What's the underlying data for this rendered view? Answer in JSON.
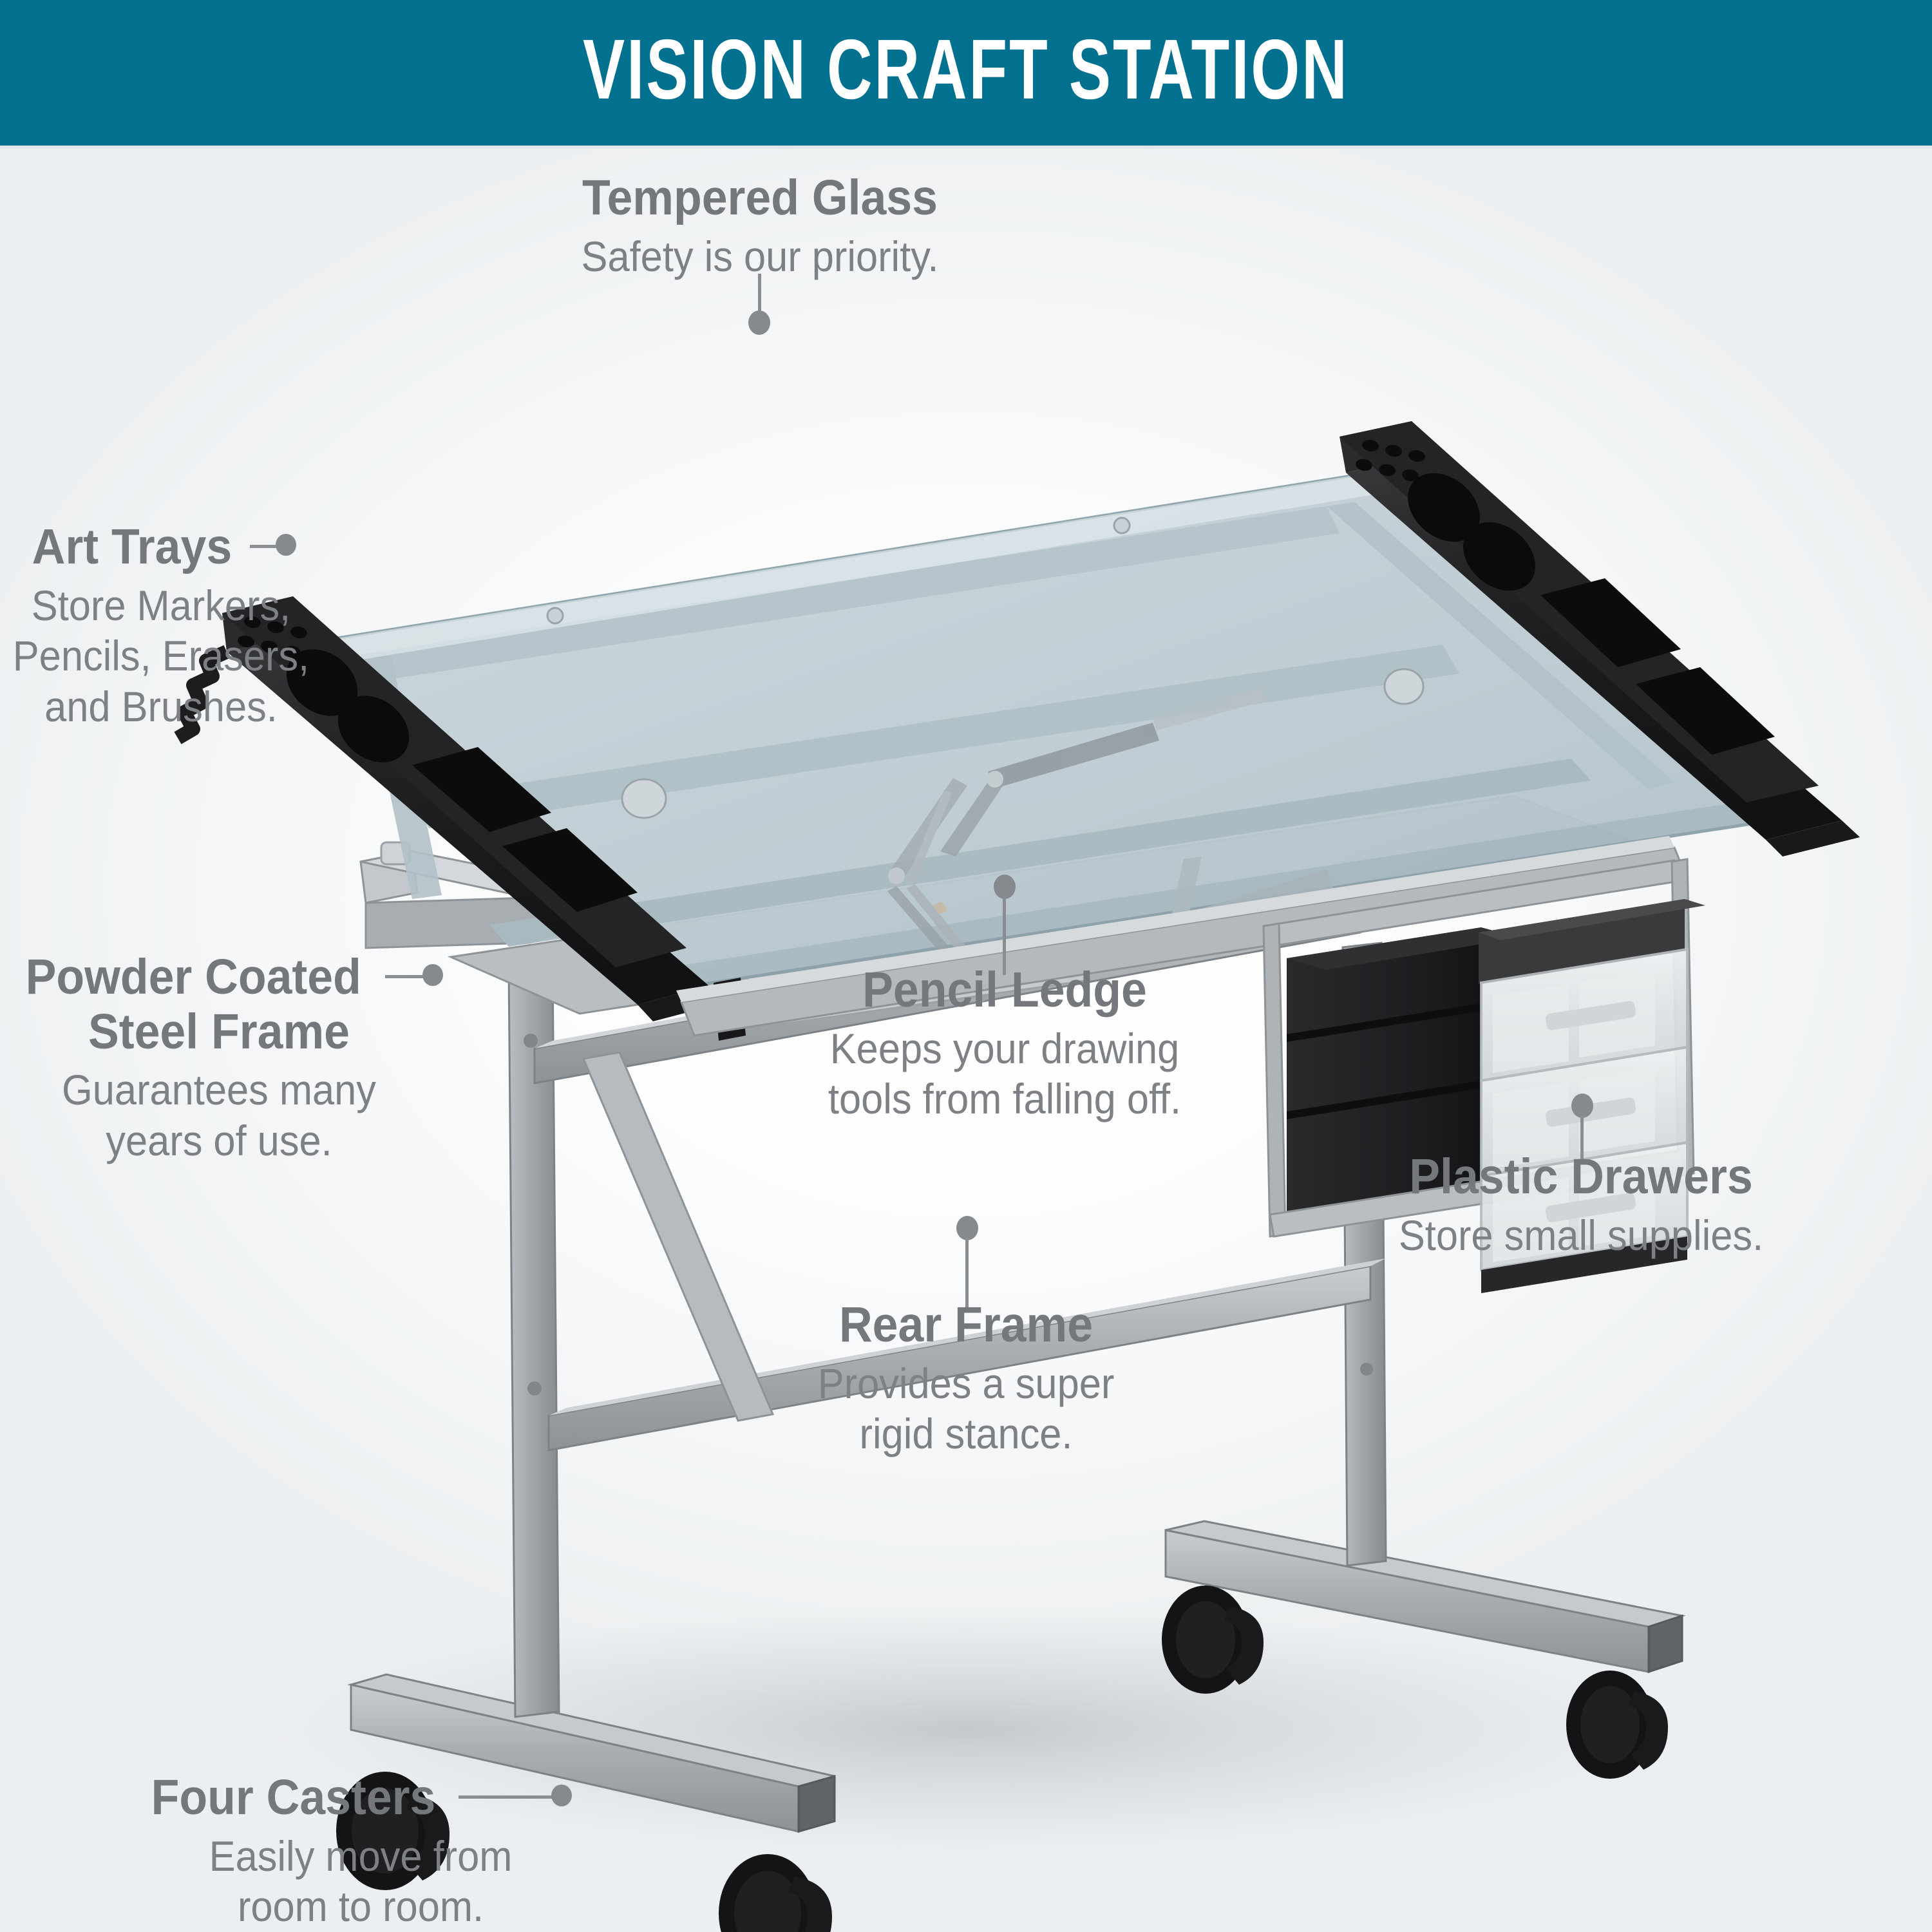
{
  "header": {
    "title": "VISION CRAFT STATION",
    "background_color": "#02708f",
    "text_color": "#ffffff"
  },
  "theme": {
    "page_background": "#eceff1",
    "label_title_color": "#74777c",
    "label_body_color": "#7d8085",
    "leader_color": "#86898e",
    "glass_tint": "#b7c7ce",
    "frame_silver": "#a3a8ad",
    "tray_black": "#1b1b1d"
  },
  "product": {
    "name": "Vision Craft Station",
    "description": "Tilting tempered glass top drafting and craft table with black art trays, silver powder coated steel frame, pencil ledge, plastic storage drawers and four casters."
  },
  "callouts": [
    {
      "id": "tempered-glass",
      "title": "Tempered Glass",
      "body": "Safety is our priority.",
      "leader": "vertical-down"
    },
    {
      "id": "art-trays",
      "title": "Art Trays",
      "body_lines": [
        "Store Markers,",
        "Pencils, Erasers,",
        "and Brushes."
      ],
      "leader": "horizontal-right"
    },
    {
      "id": "powder-coated-steel-frame",
      "title_lines": [
        "Powder Coated",
        "Steel Frame"
      ],
      "body_lines": [
        "Guarantees many",
        "years of use."
      ],
      "leader": "horizontal-right"
    },
    {
      "id": "pencil-ledge",
      "title": "Pencil Ledge",
      "body_lines": [
        "Keeps your drawing",
        "tools from falling off."
      ],
      "leader": "vertical-up"
    },
    {
      "id": "plastic-drawers",
      "title": "Plastic Drawers",
      "body": "Store small supplies.",
      "leader": "vertical-up"
    },
    {
      "id": "rear-frame",
      "title": "Rear Frame",
      "body_lines": [
        "Provides a super",
        "rigid stance."
      ],
      "leader": "vertical-up"
    },
    {
      "id": "four-casters",
      "title": "Four Casters",
      "body_lines": [
        "Easily move from",
        "room to room."
      ],
      "leader": "horizontal-right"
    }
  ]
}
